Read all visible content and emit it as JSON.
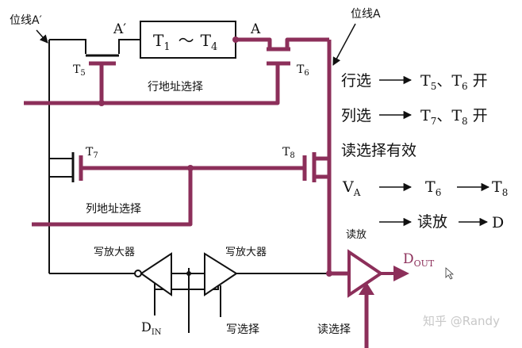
{
  "labels": {
    "bitline_a_prime": "位线A′",
    "a_prime": "A′",
    "t1": "T",
    "t1_sub": "1",
    "tilde": "～",
    "t4": "T",
    "t4_sub": "4",
    "a": "A",
    "bitline_a": "位线A",
    "t5": "T",
    "t5_sub": "5",
    "t6": "T",
    "t6_sub": "6",
    "row_addr": "行地址选择",
    "t7": "T",
    "t7_sub": "7",
    "t8": "T",
    "t8_sub": "8",
    "col_addr": "列地址选择",
    "write_amp_left": "写放大器",
    "write_amp_right": "写放大器",
    "din": "D",
    "din_sub": "IN",
    "write_sel": "写选择",
    "read_amp": "读放",
    "dout": "D",
    "dout_sub": "OUT",
    "read_sel": "读选择"
  },
  "notes": {
    "row": {
      "pre": "行选",
      "a": "T",
      "a_sub": "5",
      "sep": "、",
      "b": "T",
      "b_sub": "6",
      "post": "开"
    },
    "col": {
      "pre": "列选",
      "a": "T",
      "a_sub": "7",
      "sep": "、",
      "b": "T",
      "b_sub": "8",
      "post": "开"
    },
    "read_valid": "读选择有效",
    "va": {
      "v": "V",
      "v_sub": "A",
      "mid": "T",
      "mid_sub": "6",
      "end": "T",
      "end_sub": "8"
    },
    "read": {
      "pre": "读放",
      "end": "D"
    }
  },
  "watermark": "知乎 @Randy",
  "colors": {
    "wire": "#111111",
    "active": "#8c2f5a"
  }
}
